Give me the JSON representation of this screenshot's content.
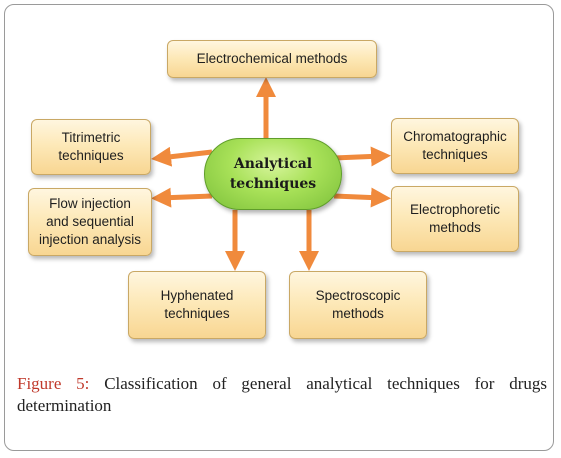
{
  "center": {
    "label": "Analytical\ntechniques"
  },
  "techniques": {
    "electrochemical": "Electrochemical methods",
    "titrimetric": "Titrimetric\ntechniques",
    "flow_injection": "Flow injection\nand sequential\ninjection analysis",
    "hyphenated": "Hyphenated\ntechniques",
    "spectroscopic": "Spectroscopic\nmethods",
    "chromatographic": "Chromatographic\ntechniques",
    "electrophoretic": "Electrophoretic\nmethods"
  },
  "caption": {
    "label": "Figure 5:",
    "text": " Classification of general analytical techniques for drugs determination"
  },
  "colors": {
    "arrow": "#f08a3c",
    "box_fill": "#fde9b9",
    "center_fill": "#a8e158"
  },
  "icons": {
    "connector": "arrow-icon"
  }
}
